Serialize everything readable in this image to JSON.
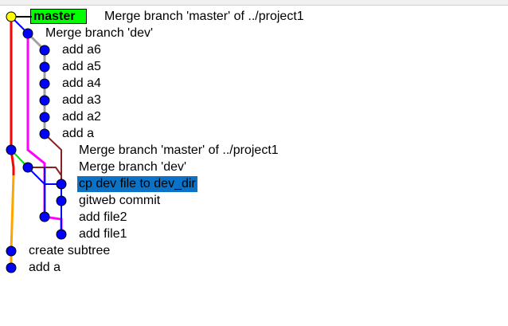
{
  "branch_tag": {
    "label": "master",
    "color": "#00ff00"
  },
  "commits": [
    {
      "message": "Merge branch 'master' of ../project1",
      "is_head": true,
      "selected": false
    },
    {
      "message": "Merge branch 'dev'",
      "selected": false
    },
    {
      "message": "add a6",
      "selected": false
    },
    {
      "message": "add a5",
      "selected": false
    },
    {
      "message": "add a4",
      "selected": false
    },
    {
      "message": "add a3",
      "selected": false
    },
    {
      "message": "add a2",
      "selected": false
    },
    {
      "message": "add a",
      "selected": false
    },
    {
      "message": "Merge branch 'master' of ../project1",
      "selected": false
    },
    {
      "message": "Merge branch 'dev'",
      "selected": false
    },
    {
      "message": "cp dev file to dev_dir",
      "selected": true
    },
    {
      "message": "gitweb commit",
      "selected": false
    },
    {
      "message": "add file2",
      "selected": false
    },
    {
      "message": "add file1",
      "selected": false
    },
    {
      "message": "create subtree",
      "selected": false
    },
    {
      "message": "add a",
      "selected": false
    }
  ],
  "colors": {
    "commit_dot": "#0000ff",
    "head_dot": "#ffff00",
    "selection": "#0a73c8",
    "lane_red": "#ff0000",
    "lane_orange": "#ffa500",
    "lane_blue": "#0000ff",
    "lane_gray": "#a0a0a0",
    "lane_magenta": "#ff00ff",
    "lane_brown": "#8b2020",
    "lane_green": "#00e000"
  }
}
